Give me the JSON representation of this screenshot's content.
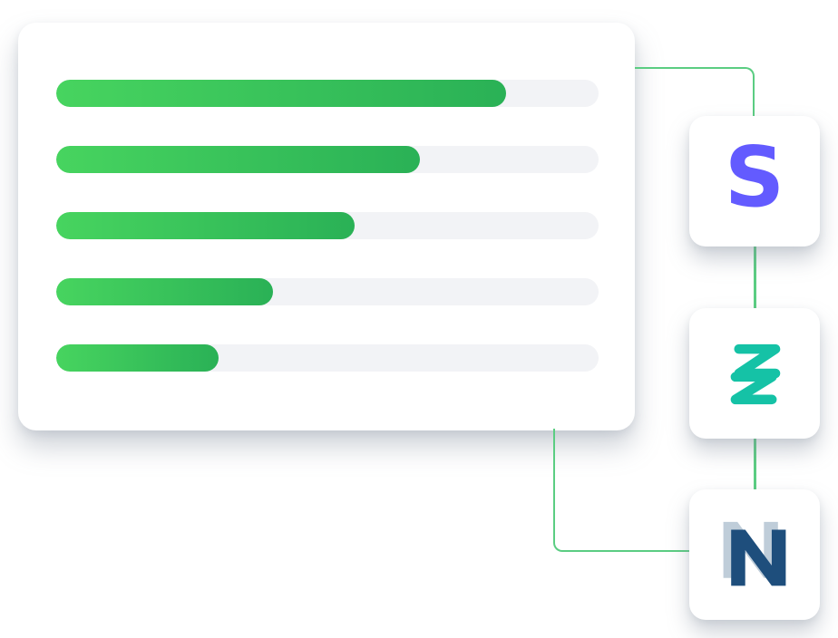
{
  "theme": {
    "bar-start": "#47d45f",
    "bar-end": "#2ab156",
    "track": "#f2f3f6",
    "connector": "#5bcd82",
    "card-bg": "#ffffff"
  },
  "chart_card": {
    "bars": [
      {
        "label": "bar-1",
        "fill_percent": 83
      },
      {
        "label": "bar-2",
        "fill_percent": 67
      },
      {
        "label": "bar-3",
        "fill_percent": 55
      },
      {
        "label": "bar-4",
        "fill_percent": 40
      },
      {
        "label": "bar-5",
        "fill_percent": 30
      }
    ]
  },
  "chart_data": {
    "type": "bar",
    "orientation": "horizontal",
    "categories": [
      "row-1",
      "row-2",
      "row-3",
      "row-4",
      "row-5"
    ],
    "values": [
      83,
      67,
      55,
      40,
      30
    ],
    "unit": "percent-of-track",
    "title": "",
    "xlabel": "",
    "ylabel": "",
    "xlim": [
      0,
      100
    ],
    "grid": false,
    "legend": false,
    "bar_colors": [
      "#47d45f",
      "#2ab156"
    ]
  },
  "integrations": [
    {
      "name": "stripe",
      "letter": "S",
      "color": "#635bff"
    },
    {
      "name": "double-z",
      "color": "#15c2a6"
    },
    {
      "name": "netsuite",
      "primary_color": "#1e4e7c",
      "secondary_color": "#bfcdd9"
    }
  ]
}
